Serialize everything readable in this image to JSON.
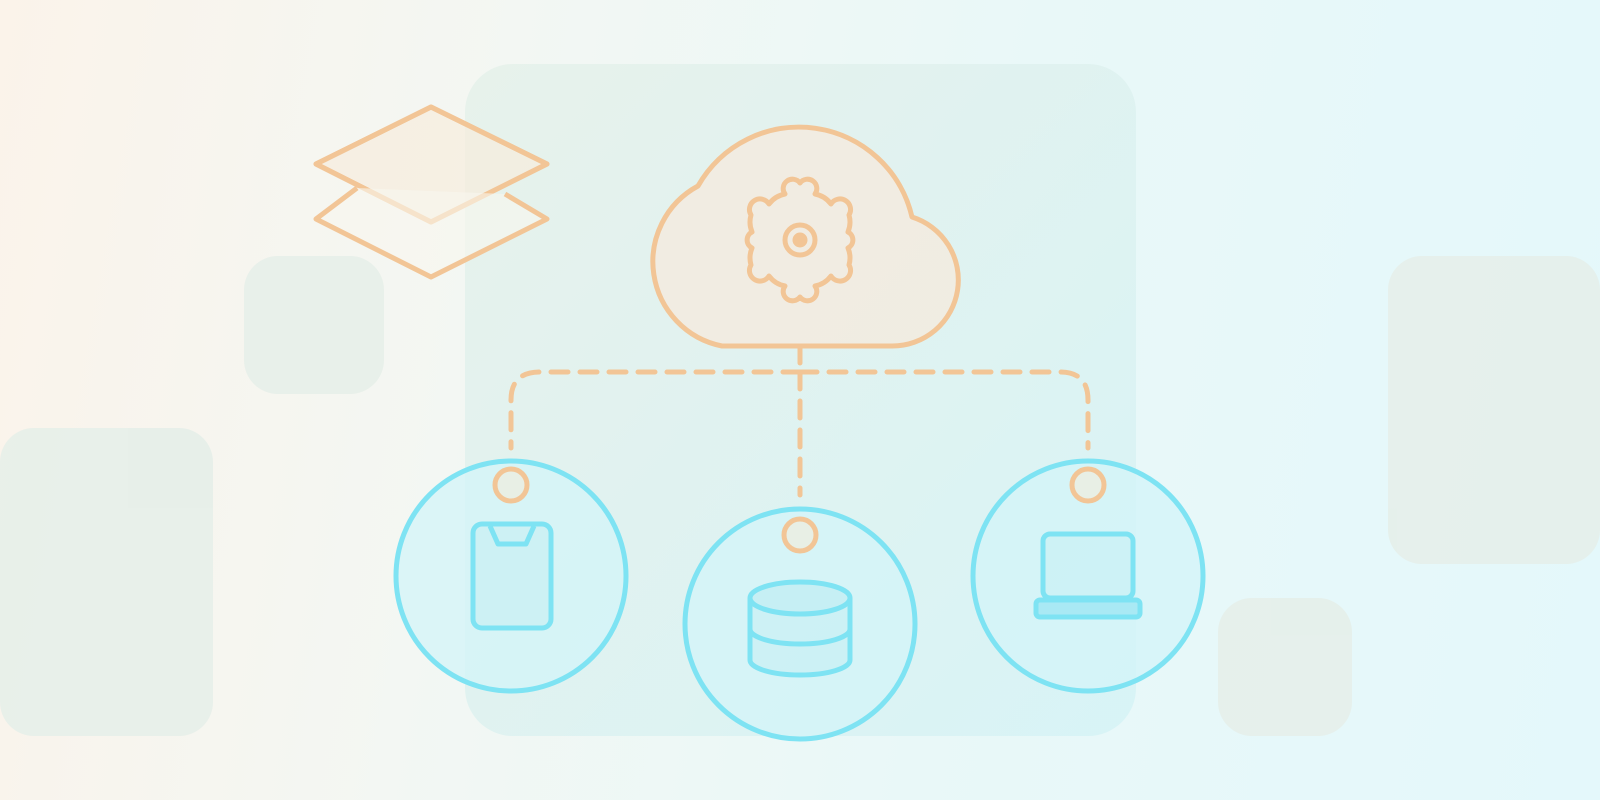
{
  "diagram": {
    "colors": {
      "orange": "#f2c596",
      "cyan": "#7ee3f3",
      "panel": "#e4f1ee",
      "tile": "#e6f0ea",
      "circle_fill": "#d3f4f8"
    },
    "hub": {
      "name": "cloud-gear",
      "icon": "gear-icon"
    },
    "decoration": {
      "icon": "layers-icon"
    },
    "nodes": [
      {
        "name": "phone",
        "icon": "smartphone-icon"
      },
      {
        "name": "database",
        "icon": "database-icon"
      },
      {
        "name": "laptop",
        "icon": "laptop-icon"
      }
    ]
  }
}
